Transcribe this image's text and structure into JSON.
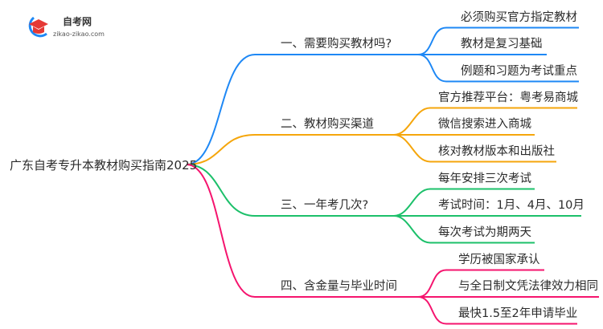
{
  "logo": {
    "name": "自考网",
    "url": "zikao-zikao.com"
  },
  "root": "广东自考专升本教材购买指南2025",
  "colors": [
    "#1e88f5",
    "#f5a60c",
    "#1cc06a",
    "#f5146e"
  ],
  "branches": [
    {
      "label": "一、需要购买教材吗?",
      "leaves": [
        "必须购买官方指定教材",
        "教材是复习基础",
        "例题和习题为考试重点"
      ]
    },
    {
      "label": "二、教材购买渠道",
      "leaves": [
        "官方推荐平台：粤考易商城",
        "微信搜索进入商城",
        "核对教材版本和出版社"
      ]
    },
    {
      "label": "三、一年考几次?",
      "leaves": [
        "每年安排三次考试",
        "考试时间：1月、4月、10月",
        "每次考试为期两天"
      ]
    },
    {
      "label": "四、含金量与毕业时间",
      "leaves": [
        "学历被国家承认",
        "与全日制文凭法律效力相同",
        "最快1.5至2年申请毕业"
      ]
    }
  ]
}
